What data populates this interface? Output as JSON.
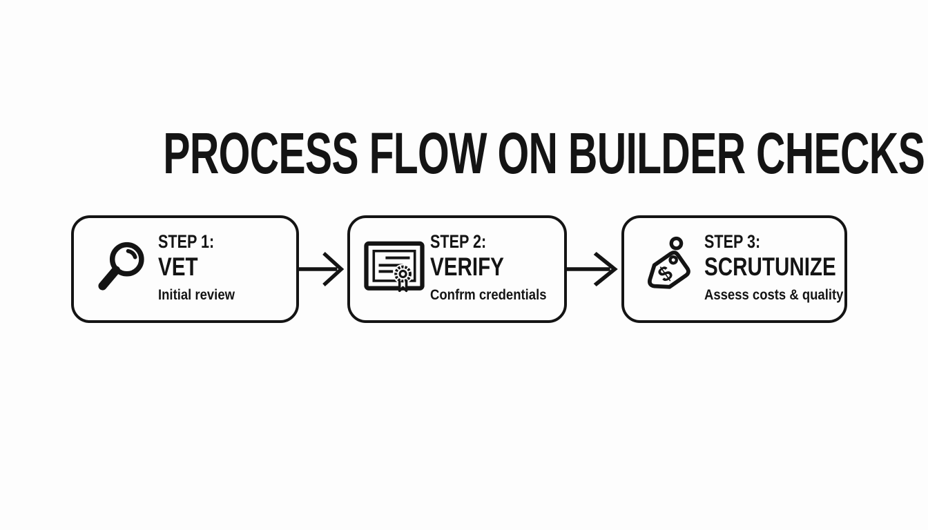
{
  "canvas": {
    "background": "#fdfdfd",
    "ink": "#141414"
  },
  "title": "PROCESS FLOW ON BUILDER CHECKS",
  "steps": [
    {
      "label": "STEP 1:",
      "name": "VET",
      "description": "Initial review",
      "icon": "magnifying-glass-icon"
    },
    {
      "label": "STEP 2:",
      "name": "VERIFY",
      "description": "Confrm credentials",
      "icon": "certificate-icon"
    },
    {
      "label": "STEP 3:",
      "name": "SCRUTUNIZE",
      "description": "Assess costs & quality",
      "icon": "price-tag-icon",
      "tag_symbol": "$"
    }
  ],
  "connectors": [
    {
      "type": "arrow-right"
    },
    {
      "type": "arrow-right"
    }
  ]
}
